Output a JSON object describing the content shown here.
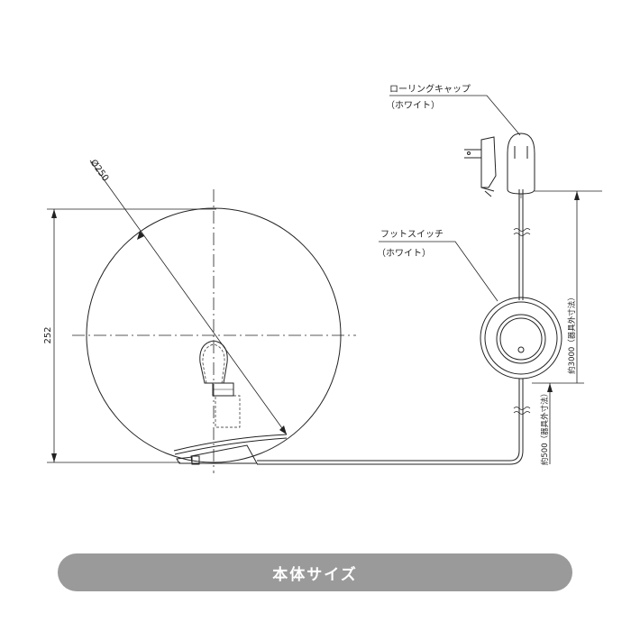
{
  "labels": {
    "rolling_cap": "ローリングキャップ",
    "rolling_cap_color": "（ホワイト）",
    "foot_switch": "フットスイッチ",
    "foot_switch_color": "（ホワイト）",
    "diameter": "Ø250",
    "height": "252",
    "cord_length_main": "約3000（器具外寸法）",
    "cord_length_switch": "約500（器具外寸法）"
  },
  "banner": {
    "title": "本体サイズ"
  },
  "colors": {
    "line": "#222222",
    "banner_bg": "#9a9a9a",
    "banner_text": "#ffffff"
  }
}
